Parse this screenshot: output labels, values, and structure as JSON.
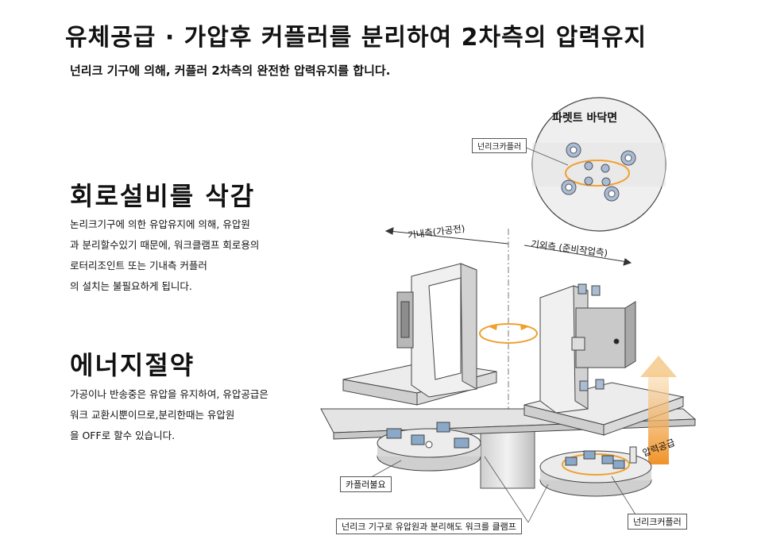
{
  "header": {
    "title": "유체공급 · 가압후 커플러를 분리하여 2차측의 압력유지",
    "subtitle": "넌리크 기구에 의해, 커플러 2차측의 완전한 압력유지를 합니다."
  },
  "section1": {
    "title": "회로설비를 삭감",
    "lines": [
      "논리크기구에 의한 유압유지에 의해, 유압원",
      "과 분리할수있기 때문에, 워크클램프 회로용의",
      "로터리조인트 또는 기내측 커플러",
      "의 설치는 불필요하게 됩니다."
    ]
  },
  "section2": {
    "title": "에너지절약",
    "lines": [
      "가공이나 반송중은 유압을 유지하여, 유압공급은",
      "워크 교환시뿐이므로,분리한때는 유압원",
      "을 OFF로 할수 있습니다."
    ]
  },
  "diagram": {
    "pallet_bottom": "파렛트 바닥면",
    "nonleak_coupler_top": "넌리크카플러",
    "inside_machine": "기내측(가공전)",
    "outside_machine": "기외측 (준비작업측)",
    "pressure_supply": "압력공급",
    "coupler_unneeded": "카플러불요",
    "bottom_caption": "넌리크 기구로 유압원과 분리해도 워크를 클램프",
    "nonleak_coupler_bottom": "넌리크커플러"
  },
  "colors": {
    "accent_orange": "#f0a030",
    "arrow_gradient_top": "#f7d7a8",
    "arrow_gradient_bottom": "#ef8c1c",
    "steel_light": "#e6e6e6",
    "steel_mid": "#c8c8c8",
    "fitting_blue": "#8aa8c8"
  }
}
